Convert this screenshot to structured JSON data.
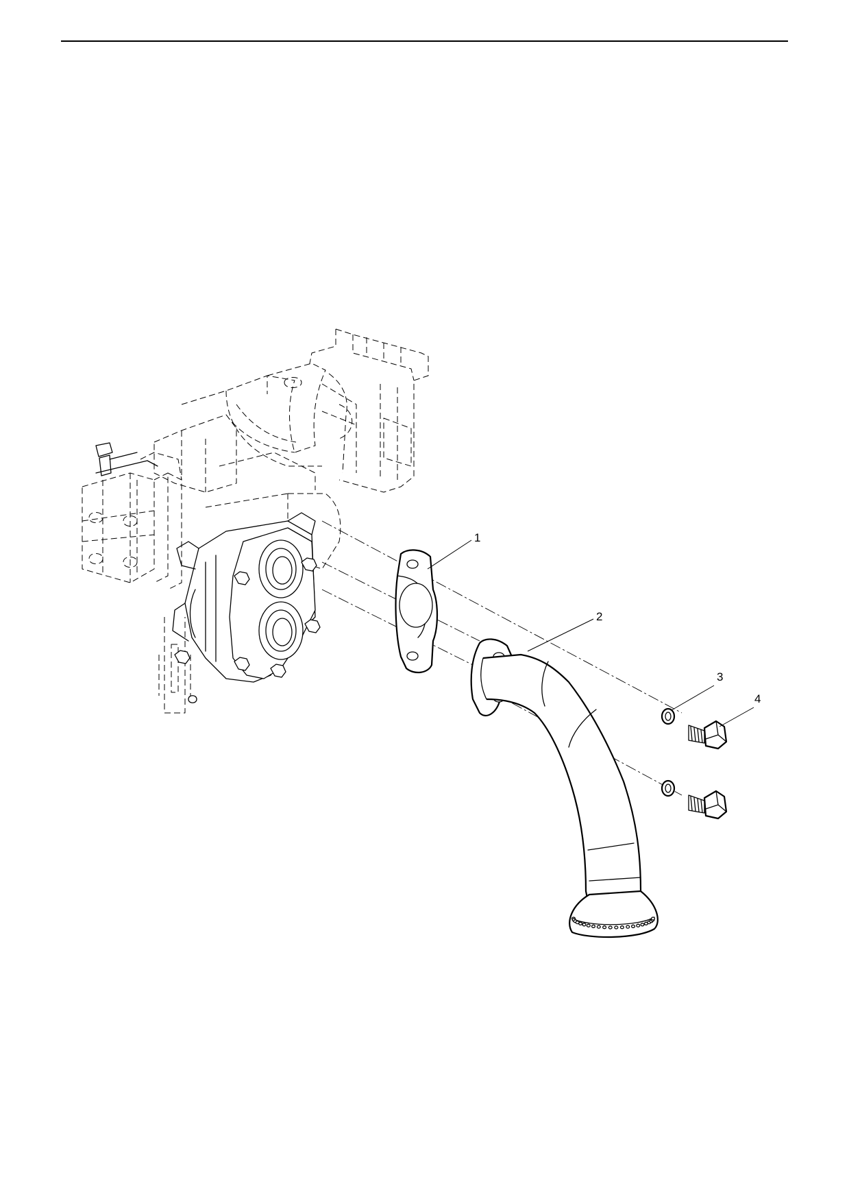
{
  "figure": {
    "callouts": [
      {
        "label": "1",
        "part": "gasket"
      },
      {
        "label": "2",
        "part": "suction-pipe"
      },
      {
        "label": "3",
        "part": "washer"
      },
      {
        "label": "4",
        "part": "bolt"
      }
    ]
  }
}
